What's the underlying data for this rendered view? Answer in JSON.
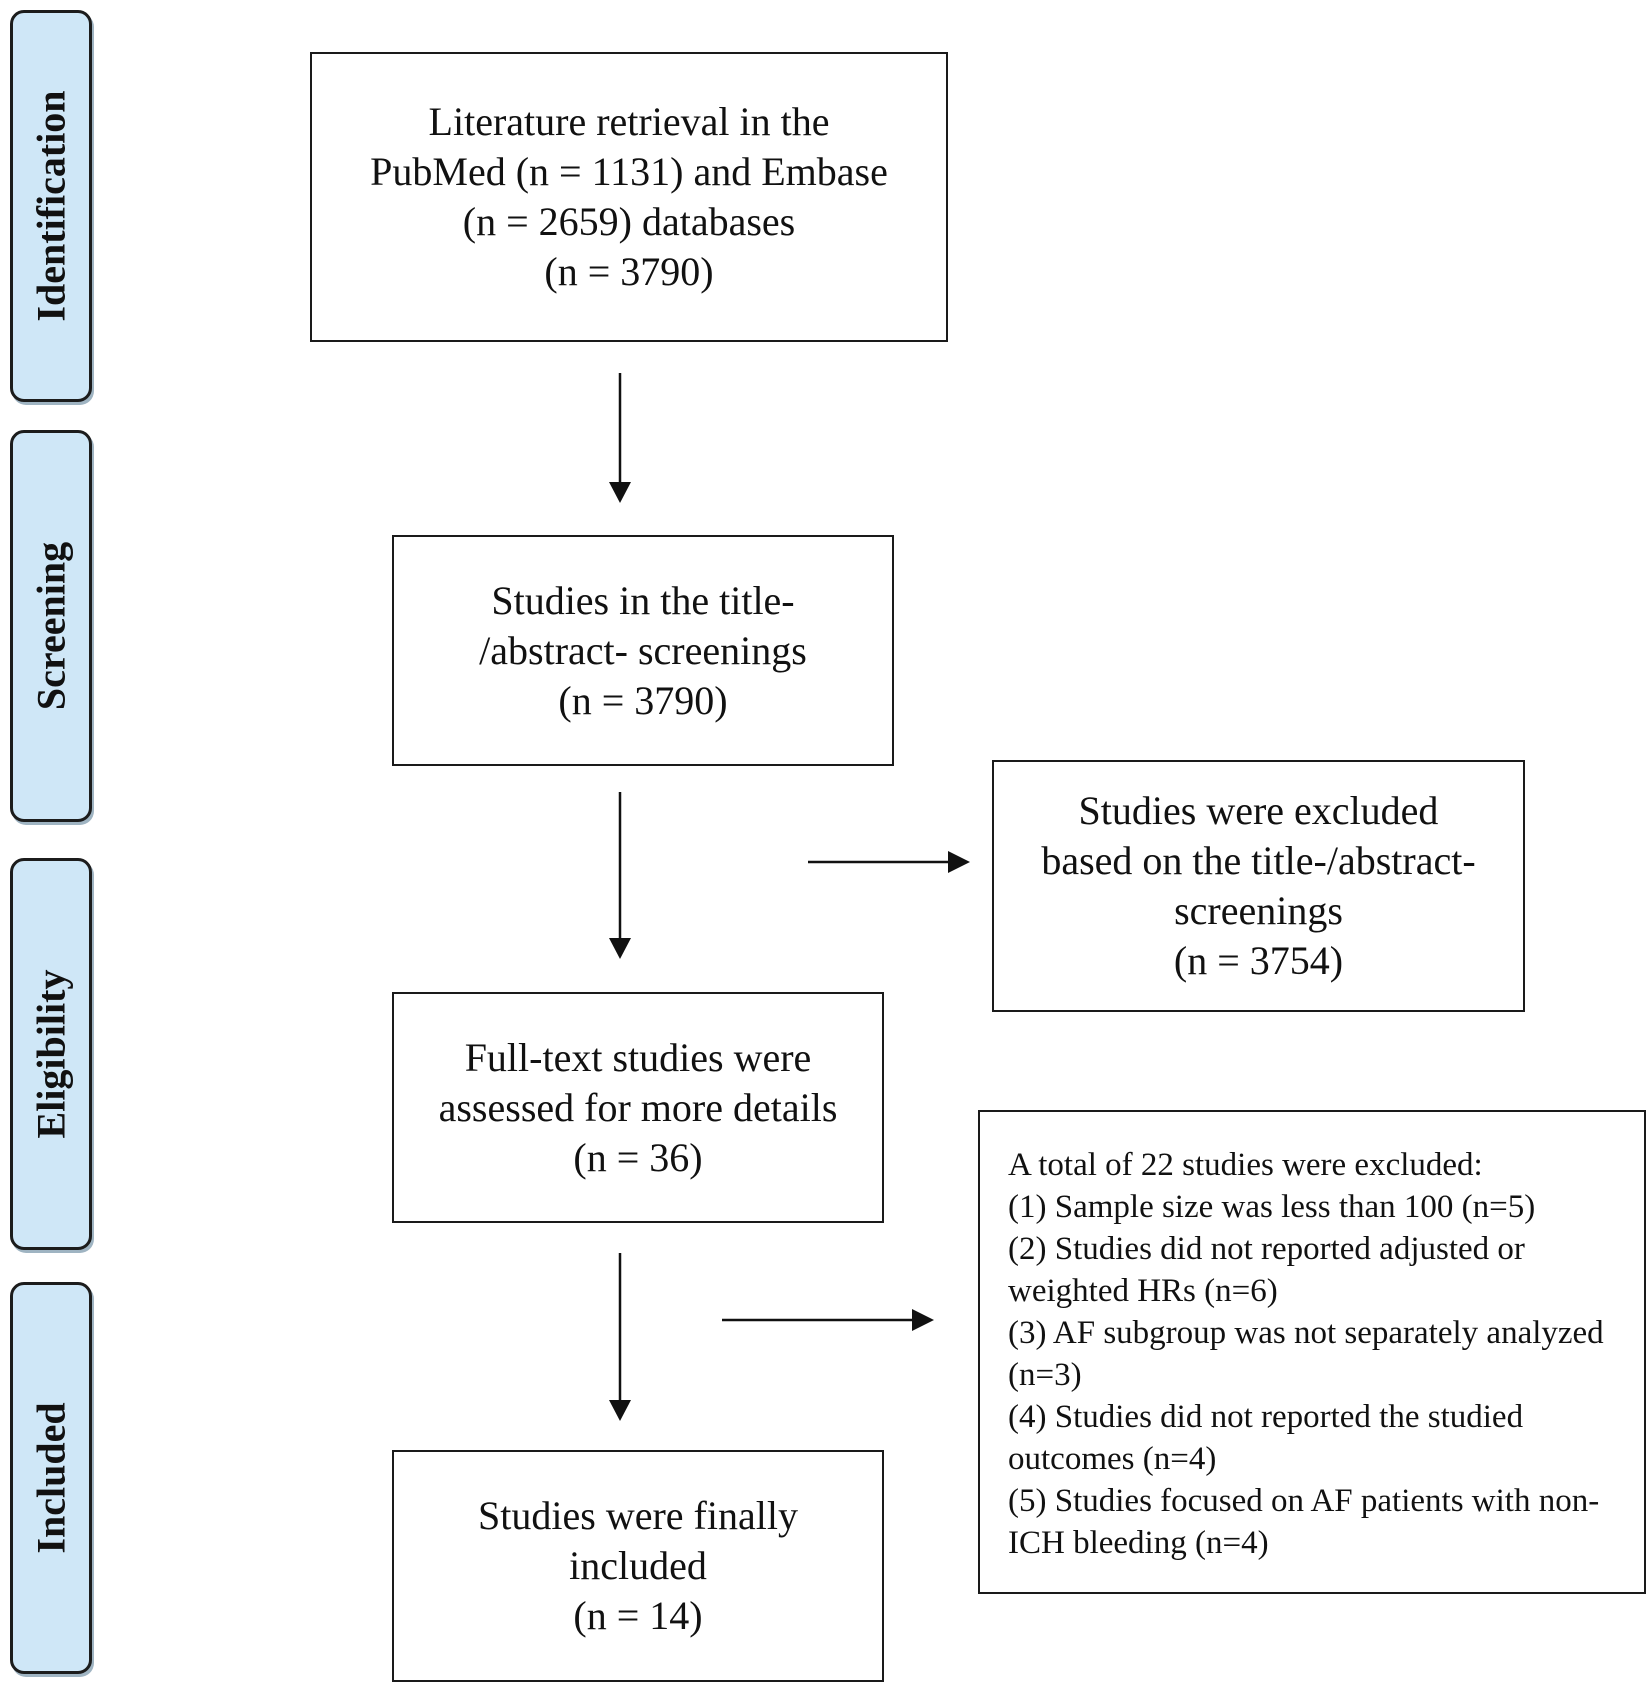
{
  "phases": [
    {
      "id": "identification",
      "label": "Identification"
    },
    {
      "id": "screening",
      "label": "Screening"
    },
    {
      "id": "eligibility",
      "label": "Eligibility"
    },
    {
      "id": "included",
      "label": "Included"
    }
  ],
  "boxes": {
    "retrieval": "Literature retrieval in the\nPubMed (n = 1131) and Embase\n(n = 2659) databases\n(n = 3790)",
    "screening": "Studies in the title-\n/abstract- screenings\n(n = 3790)",
    "excluded_title": "Studies were excluded\nbased on the title-/abstract-\nscreenings\n(n = 3754)",
    "fulltext": "Full-text studies were\nassessed for more details\n(n = 36)",
    "included": "Studies were finally\nincluded\n(n = 14)"
  },
  "exclusion_detail": {
    "heading": "A total of 22 studies were excluded:",
    "items": [
      "(1) Sample size was less than 100 (n=5)",
      "(2) Studies did not reported adjusted or weighted HRs  (n=6)",
      "(3) AF subgroup was not separately analyzed (n=3)",
      "(4) Studies did not reported the studied outcomes (n=4)",
      "(5) Studies focused on AF patients with non-ICH bleeding (n=4)"
    ]
  }
}
